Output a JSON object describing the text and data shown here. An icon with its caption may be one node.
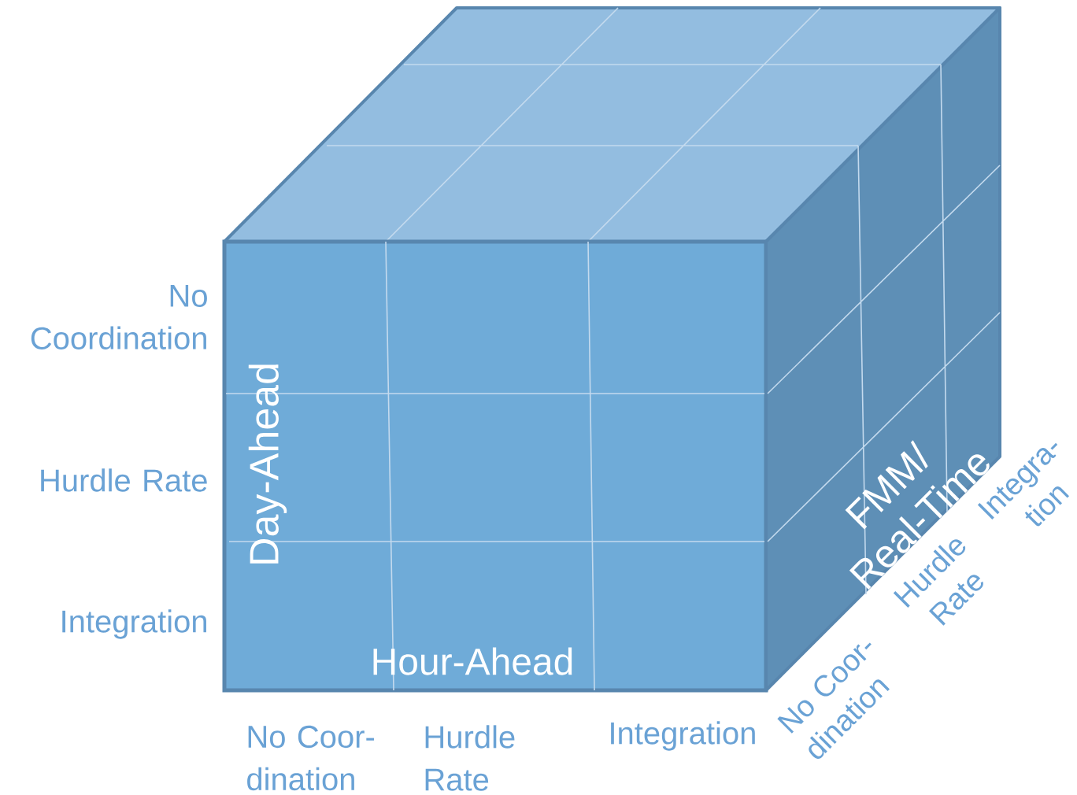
{
  "diagram": {
    "nodes": [
      {
        "text": [
          "Day-Ahead",
          "Hour-Ahead"
        ]
      },
      {
        "text": [
          "FMM/ Real-Time"
        ]
      }
    ],
    "labels": [
      "No Coordination",
      "Hurdle Rate",
      "Integration",
      "No Coor- dination",
      "Hurdle Rate",
      "Integration",
      "No Coor- dination",
      "Hurdle Rate",
      "Integra- tion"
    ]
  }
}
